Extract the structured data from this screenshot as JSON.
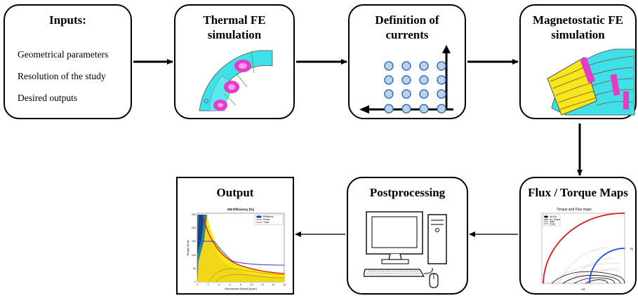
{
  "steps": {
    "inputs": {
      "title": "Inputs:",
      "items": [
        "Geometrical parameters",
        "Resolution of the  study",
        "Desired outputs"
      ]
    },
    "thermal": {
      "title_line1": "Thermal FE",
      "title_line2": "simulation"
    },
    "currents": {
      "title_line1": "Definition of",
      "title_line2": "currents"
    },
    "magnetostatic": {
      "title_line1": "Magnetostatic FE",
      "title_line2": "simulation"
    },
    "maps": {
      "title": "Flux / Torque Maps",
      "plot_title": "Torque and Flux maps",
      "legend": [
        "Iso-flux",
        "Iso-Torque",
        "Imax",
        "Vmax"
      ],
      "xlabel": "Id",
      "ylabel": "Iq"
    },
    "postprocessing": {
      "title": "Postprocessing"
    },
    "output": {
      "title": "Output",
      "plot_title": "EM Efficiency [%]",
      "legend": [
        "Efficiency",
        "Power",
        "Tmax"
      ],
      "xlabel": "Mechanical Speed [krpm]",
      "ylabel": "Torque [Nm]",
      "xticks": [
        "0",
        "2",
        "4",
        "6",
        "8",
        "10",
        "12",
        "14",
        "16"
      ],
      "yticks": [
        "0",
        "50",
        "100",
        "150",
        "200",
        "250"
      ]
    }
  },
  "colors": {
    "thermal_bg": "#3fe0e8",
    "thermal_hot": "#e43cc8",
    "current_dot": "#b9d3ef",
    "maps_red": "#d81b1b",
    "maps_blue": "#1f4fd8",
    "eff_yellow": "#f5e61d"
  }
}
